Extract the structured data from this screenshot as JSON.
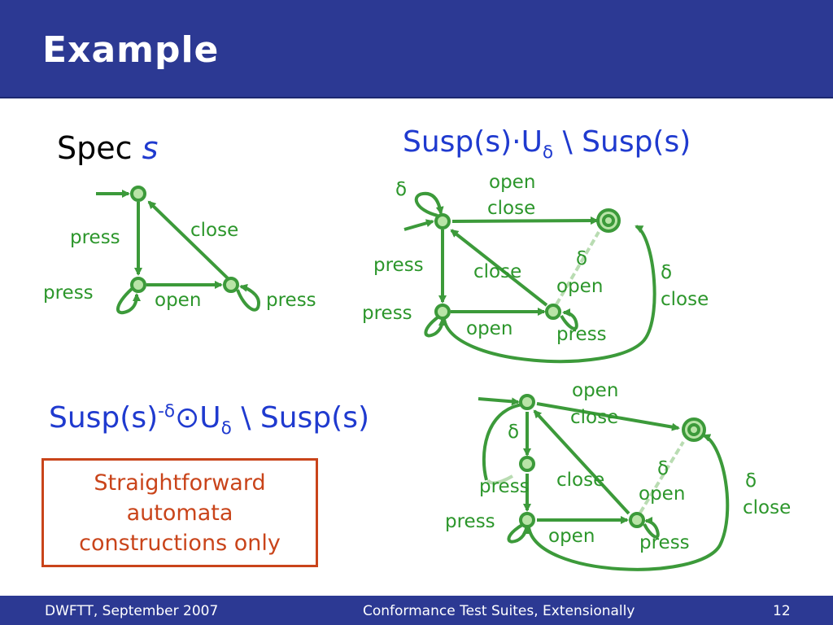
{
  "slide": {
    "title": "Example",
    "spec_label": "Spec",
    "spec_var": "s",
    "heading1": {
      "a": "Susp(s)·U",
      "sub": "δ",
      "b": " \\ Susp(s)"
    },
    "heading2": {
      "a": "Susp(s)",
      "sup": "-δ",
      "b": "⊙U",
      "sub": "δ",
      "c": " \\ Susp(s)"
    },
    "note_lines": [
      "Straightforward",
      "automata",
      "constructions only"
    ]
  },
  "diagram1": {
    "labels": [
      "press",
      "close",
      "press",
      "open",
      "press"
    ]
  },
  "diagram2": {
    "labels": [
      "δ",
      "open",
      "close",
      "press",
      "close",
      "δ",
      "open",
      "δ",
      "close",
      "press",
      "open",
      "press"
    ]
  },
  "diagram3": {
    "labels": [
      "open",
      "close",
      "δ",
      "δ",
      "δ",
      "close",
      "press",
      "close",
      "open",
      "press",
      "open",
      "press"
    ]
  },
  "footer": {
    "left": "DWFTT, September 2007",
    "center": "Conformance Test Suites, Extensionally",
    "page": "12"
  },
  "colors": {
    "header": "#2c3993",
    "edge": "#3c9a3a",
    "node_fill": "#b9e4a7",
    "delta_edge": "#b9dcb2",
    "note": "#c9441a",
    "heading": "#1f3acf"
  }
}
